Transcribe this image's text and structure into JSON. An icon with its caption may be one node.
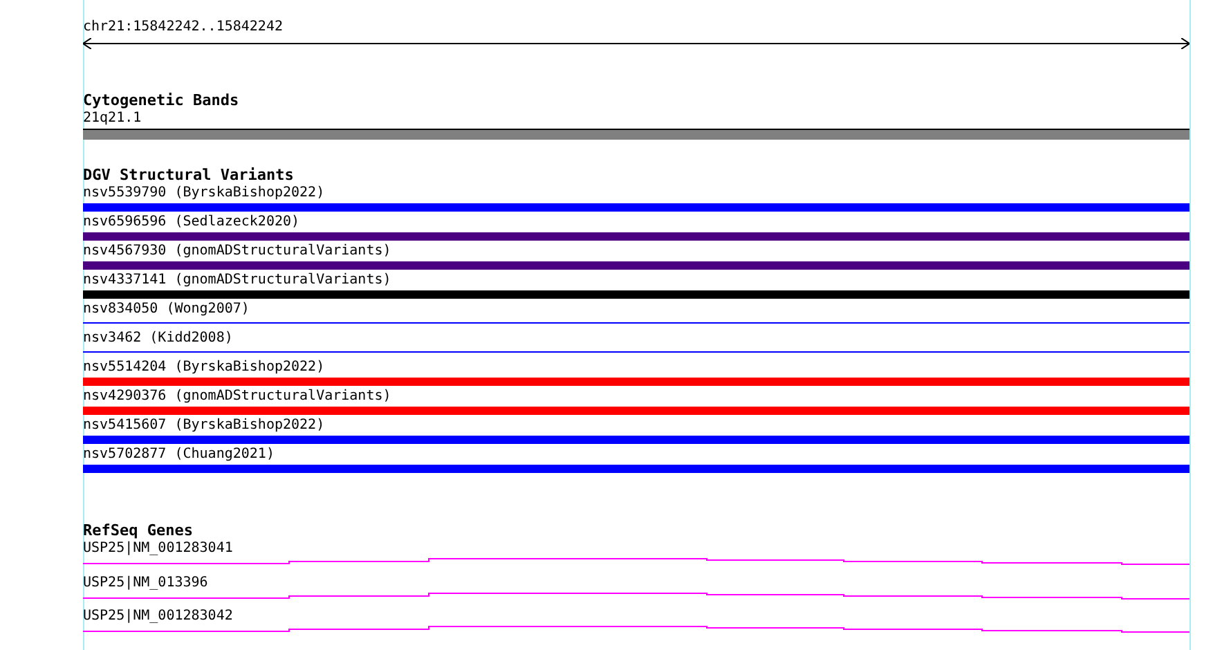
{
  "diagram": {
    "nodes": [
      {
        "text": [
          "21q21.1"
        ]
      },
      {
        "text": [
          "nsv5539790 (ByrskaBishop2022)"
        ]
      },
      {
        "text": [
          "nsv6596596 (Sedlazeck2020)"
        ]
      },
      {
        "text": [
          "nsv4567930 (gnomADStructuralVariants)"
        ]
      },
      {
        "text": [
          "nsv4337141 (gnomADStructuralVariants)"
        ]
      },
      {
        "text": [
          "nsv834050 (Wong2007)"
        ]
      },
      {
        "text": [
          "nsv3462 (Kidd2008)"
        ]
      },
      {
        "text": [
          "nsv5514204 (ByrskaBishop2022)"
        ]
      },
      {
        "text": [
          "nsv4290376 (gnomADStructuralVariants)"
        ]
      },
      {
        "text": [
          "nsv5415607 (ByrskaBishop2022)"
        ]
      },
      {
        "text": [
          "nsv5702877 (Chuang2021)"
        ]
      },
      {
        "text": [
          "USP25|NM_001283041"
        ]
      },
      {
        "text": [
          "USP25|NM_013396"
        ]
      },
      {
        "text": [
          "USP25|NM_001283042"
        ]
      }
    ],
    "labels": [
      "chr21:15842242..15842242",
      "Cytogenetic Bands",
      "DGV Structural Variants",
      "RefSeq Genes"
    ]
  }
}
